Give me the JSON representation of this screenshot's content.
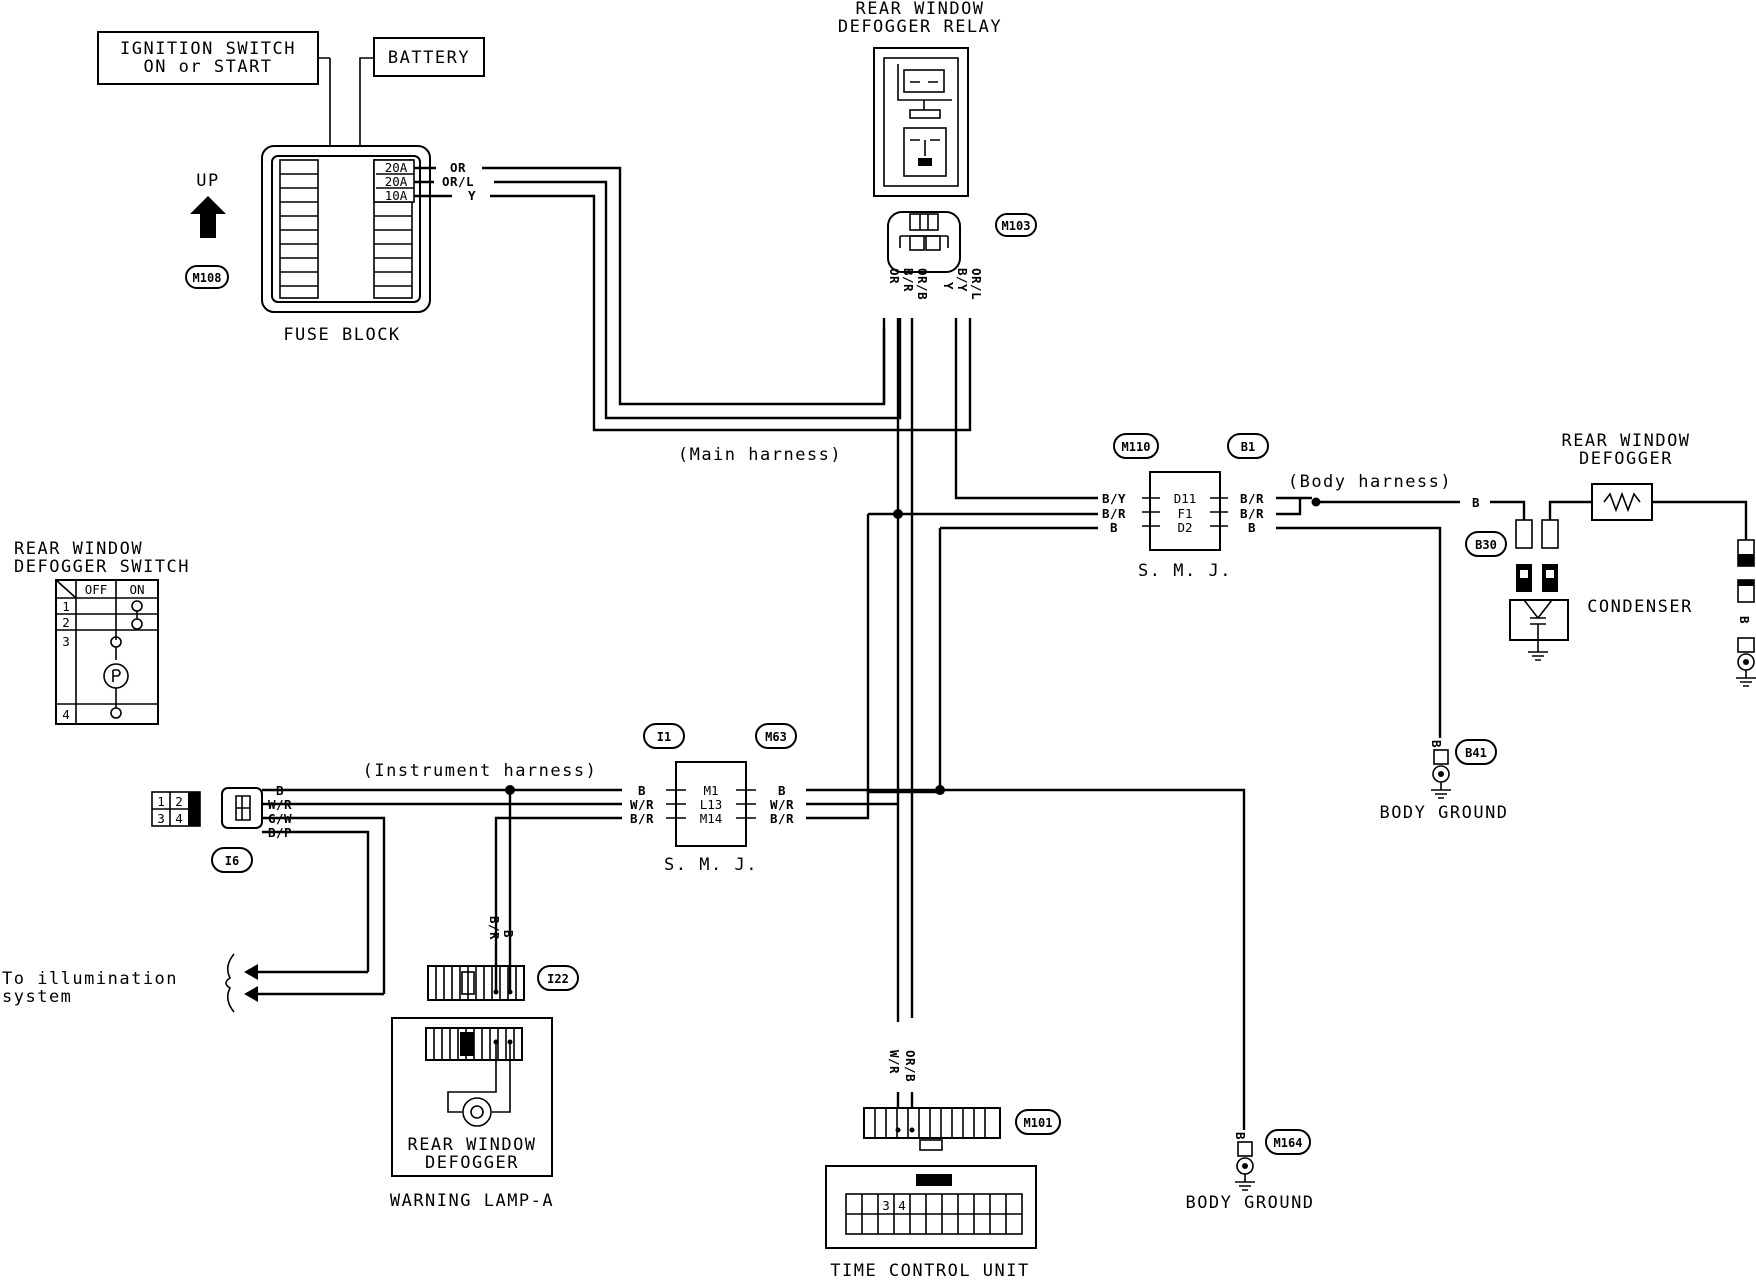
{
  "components": {
    "ignition_switch": [
      "IGNITION SWITCH",
      "ON or START"
    ],
    "battery": "BATTERY",
    "relay_title": [
      "REAR WINDOW",
      "DEFOGGER RELAY"
    ],
    "fuse_block": "FUSE BLOCK",
    "fuses": [
      "20A",
      "20A",
      "10A"
    ],
    "up": "UP",
    "switch_title": [
      "REAR WINDOW",
      "DEFOGGER SWITCH"
    ],
    "switch_table": {
      "headers": [
        "OFF",
        "ON"
      ],
      "rows": [
        "1",
        "2",
        "3",
        "4"
      ]
    },
    "smj": "S. M. J.",
    "defogger": [
      "REAR WINDOW",
      "DEFOGGER"
    ],
    "condenser": "CONDENSER",
    "body_ground": "BODY GROUND",
    "warning_lamp_inner": [
      "REAR WINDOW",
      "DEFOGGER"
    ],
    "warning_lamp": "WARNING LAMP-A",
    "time_control_unit": "TIME CONTROL UNIT",
    "illumination": [
      "To illumination",
      "system"
    ],
    "tcu_pins": [
      "3",
      "4"
    ],
    "i6_pins": [
      "1",
      "2",
      "3",
      "4"
    ]
  },
  "harness": {
    "main": "(Main harness)",
    "body": "(Body harness)",
    "instrument": "(Instrument harness)"
  },
  "connectors": {
    "M108": "M108",
    "M103": "M103",
    "M110": "M110",
    "B1": "B1",
    "B30": "B30",
    "B41": "B41",
    "I1": "I1",
    "M63": "M63",
    "I6": "I6",
    "I22": "I22",
    "M101": "M101",
    "M164": "M164"
  },
  "wires": {
    "fuse_out": [
      "OR",
      "OR/L",
      "Y"
    ],
    "m103_pins": [
      "OR",
      "B/R",
      "OR/B",
      "Y",
      "B/Y",
      "OR/L"
    ],
    "smj_upper_left": [
      "B/Y",
      "B/R",
      "B"
    ],
    "smj_upper_pins": [
      "D11",
      "F1",
      "D2"
    ],
    "smj_upper_right": [
      "B/R",
      "B/R",
      "B"
    ],
    "body_b": "B",
    "smj_lower_left": [
      "B",
      "W/R",
      "B/R"
    ],
    "smj_lower_pins": [
      "M1",
      "L13",
      "M14"
    ],
    "smj_lower_right": [
      "B",
      "W/R",
      "B/R"
    ],
    "i6_wires": [
      "B",
      "W/R",
      "G/W",
      "B/P"
    ],
    "lamp_wires": [
      "B/R",
      "B"
    ],
    "tcu_wires": [
      "W/R",
      "OR/B"
    ],
    "ground_b": "B"
  }
}
